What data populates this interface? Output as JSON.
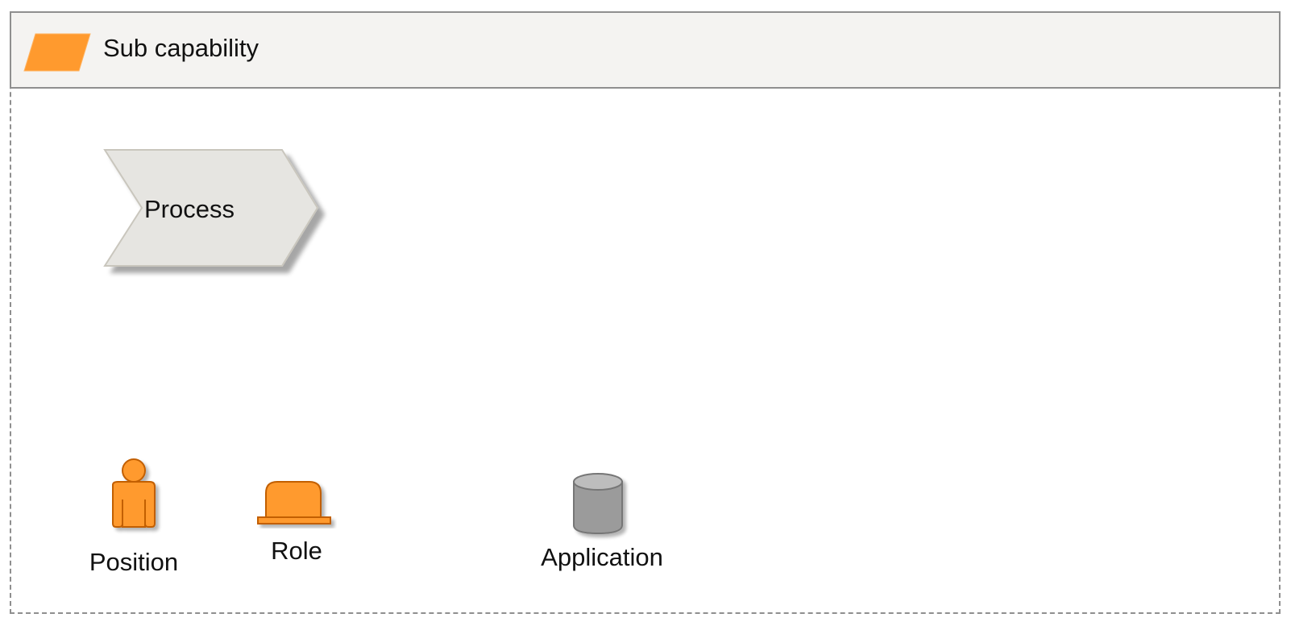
{
  "header": {
    "title": "Sub capability",
    "icon": "capability-parallelogram-icon",
    "icon_color": "#ff9a2e"
  },
  "process": {
    "label": "Process",
    "fill": "#e6e5e1",
    "stroke": "#c9c6bd"
  },
  "objects": {
    "position": {
      "label": "Position",
      "icon": "person-icon",
      "color": "#ff9a2e"
    },
    "role": {
      "label": "Role",
      "icon": "hat-icon",
      "color": "#ff9a2e"
    },
    "application": {
      "label": "Application",
      "icon": "database-cylinder-icon",
      "color": "#9b9b9b"
    }
  }
}
